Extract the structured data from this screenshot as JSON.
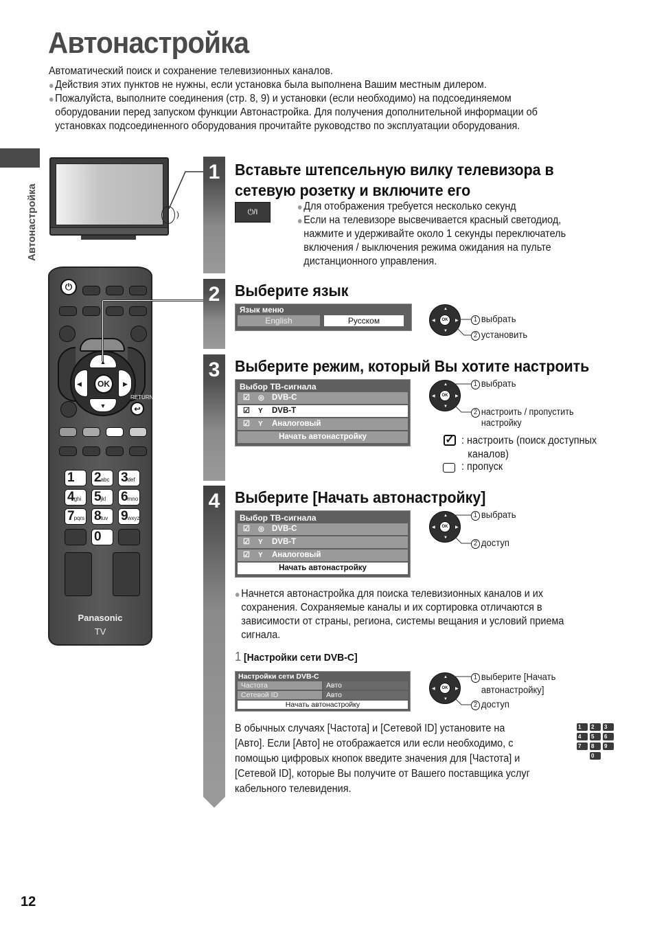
{
  "page": {
    "title": "Автонастройка",
    "side_label": "Автонастройка",
    "page_number": "12"
  },
  "intro": {
    "lead": "Автоматический поиск и сохранение телевизионных каналов.",
    "bullets": [
      "Действия этих пунктов не нужны, если установка была выполнена Вашим местным дилером.",
      "Пожалуйста, выполните соединения (стр. 8, 9) и установки (если необходимо) на подсоединяемом"
    ],
    "bullet2_cont1": "оборудовании перед запуском функции Автонастройка. Для получения дополнительной информации об",
    "bullet2_cont2": "установках подсоединенного оборудования прочитайте руководство по эксплуатации оборудования."
  },
  "remote": {
    "power_icon": "power-icon",
    "ok_label": "OK",
    "return_label": "RETURN",
    "brand": "Panasonic",
    "model": "TV",
    "keys": [
      {
        "num": "1",
        "sub": ""
      },
      {
        "num": "2",
        "sub": "abc"
      },
      {
        "num": "3",
        "sub": "def"
      },
      {
        "num": "4",
        "sub": "ghi"
      },
      {
        "num": "5",
        "sub": "jkl"
      },
      {
        "num": "6",
        "sub": "mno"
      },
      {
        "num": "7",
        "sub": "pqrs"
      },
      {
        "num": "8",
        "sub": "tuv"
      },
      {
        "num": "9",
        "sub": "wxyz"
      },
      {
        "num": "0",
        "sub": ""
      }
    ]
  },
  "steps": [
    {
      "number": "1",
      "title_line1": "Вставьте штепсельную вилку телевизора в",
      "title_line2": "сетевую розетку и включите его",
      "power_key_label": "⏻/I",
      "bullets": [
        "Для отображения требуется несколько секунд",
        "Если на телевизоре высвечивается красный светодиод,"
      ],
      "bullet2_cont": [
        "нажмите и удерживайте около 1 секунды переключатель",
        "включения / выключения режима ожидания на пульте",
        "дистанционного управления."
      ]
    },
    {
      "number": "2",
      "title": "Выберите язык",
      "menu": {
        "title": "Язык меню",
        "options": [
          "English",
          "Русском"
        ],
        "selected": "Русском"
      },
      "nav": {
        "select": "выбрать",
        "confirm": "установить"
      }
    },
    {
      "number": "3",
      "title": "Выберите режим, который Вы хотите настроить",
      "menu": {
        "title": "Выбор ТВ-сигнала",
        "rows": [
          {
            "check": "☑",
            "icon": "cable-icon",
            "label": "DVB-C",
            "selected": false
          },
          {
            "check": "☑",
            "icon": "antenna-icon",
            "label": "DVB-T",
            "selected": true
          },
          {
            "check": "☑",
            "icon": "analog-antenna-icon",
            "label": "Аналоговый",
            "selected": false
          }
        ],
        "start": "Начать автонастройку"
      },
      "nav": {
        "select": "выбрать",
        "confirm_line1": "настроить / пропустить",
        "confirm_line2": "настройку"
      },
      "legend": {
        "checked_line1": ": настроить (поиск доступных",
        "checked_line2": "каналов)",
        "unchecked": ": пропуск"
      }
    },
    {
      "number": "4",
      "title": "Выберите [Начать автонастройку]",
      "menu": {
        "title": "Выбор ТВ-сигнала",
        "rows": [
          {
            "check": "☑",
            "icon": "cable-icon",
            "label": "DVB-C"
          },
          {
            "check": "☑",
            "icon": "antenna-icon",
            "label": "DVB-T"
          },
          {
            "check": "☑",
            "icon": "analog-antenna-icon",
            "label": "Аналоговый"
          }
        ],
        "start": "Начать автонастройку"
      },
      "nav": {
        "select": "выбрать",
        "confirm": "доступ"
      },
      "note_lines": [
        "Начнется автонастройка для поиска телевизионных каналов и их",
        "сохранения. Сохраняемые каналы и их сортировка отличаются в",
        "зависимости от страны, региона, системы вещания и условий приема",
        "сигнала."
      ],
      "substep": {
        "number": "1",
        "title": "[Настройки сети DVB-C]",
        "menu": {
          "title": "Настройки сети DVB-C",
          "rows": [
            {
              "key": "Частота",
              "value": "Авто"
            },
            {
              "key": "Сетевой ID",
              "value": "Авто"
            }
          ],
          "start": "Начать автонастройку"
        },
        "nav": {
          "select_line1": "выберите [Начать",
          "select_line2": "автонастройку]",
          "confirm": "доступ"
        },
        "text_lines": [
          "В обычных случаях [Частота] и [Сетевой ID] установите на",
          "[Авто]. Если [Авто] не отображается или если необходимо, с",
          "помощью цифровых кнопок введите значения для [Частота] и",
          "[Сетевой ID], которые Вы получите от Вашего поставщика услуг",
          "кабельного телевидения."
        ]
      }
    }
  ]
}
